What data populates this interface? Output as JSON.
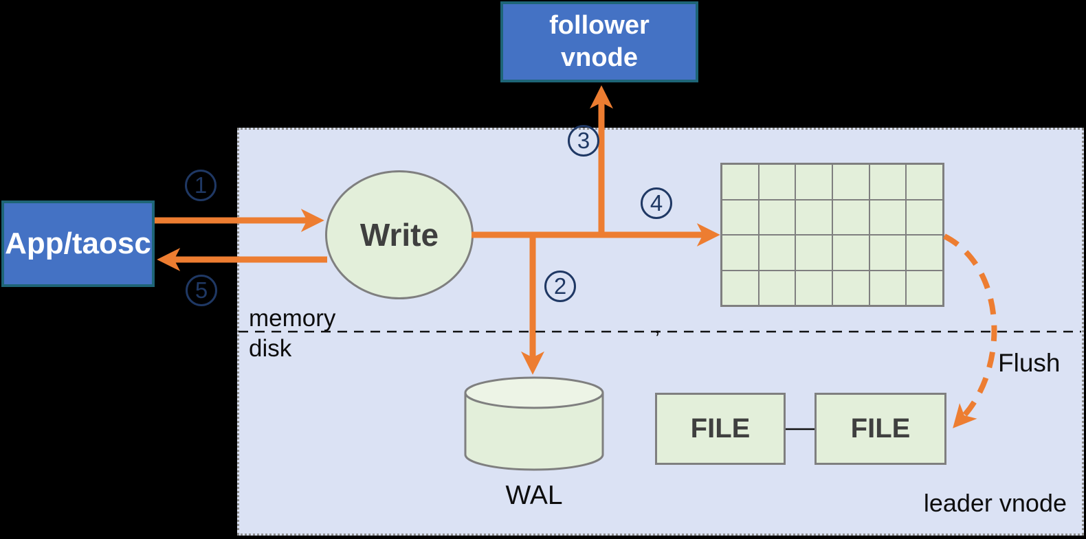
{
  "colors": {
    "accent_orange": "#ED7D31",
    "node_blue_fill": "#4472C4",
    "node_blue_border": "#1E6577",
    "node_green_fill": "#E3EFDA",
    "container_fill": "#DBE2F4",
    "step_circle_navy": "#1F3864",
    "shape_border_gray": "#7F7F7F"
  },
  "nodes": {
    "follower_vnode": {
      "label": "follower\nvnode"
    },
    "app_taosc": {
      "label": "App/taosc"
    },
    "write": {
      "label": "Write"
    },
    "wal": {
      "label": "WAL"
    },
    "file_left": {
      "label": "FILE"
    },
    "file_right": {
      "label": "FILE"
    }
  },
  "labels": {
    "memory": "memory",
    "disk": "disk",
    "flush": "Flush",
    "leader_vnode": "leader vnode",
    "stray_comma": ","
  },
  "steps": {
    "s1": "1",
    "s2": "2",
    "s3": "3",
    "s4": "4",
    "s5": "5"
  },
  "mem_table_grid": {
    "rows": 4,
    "cols": 6
  }
}
